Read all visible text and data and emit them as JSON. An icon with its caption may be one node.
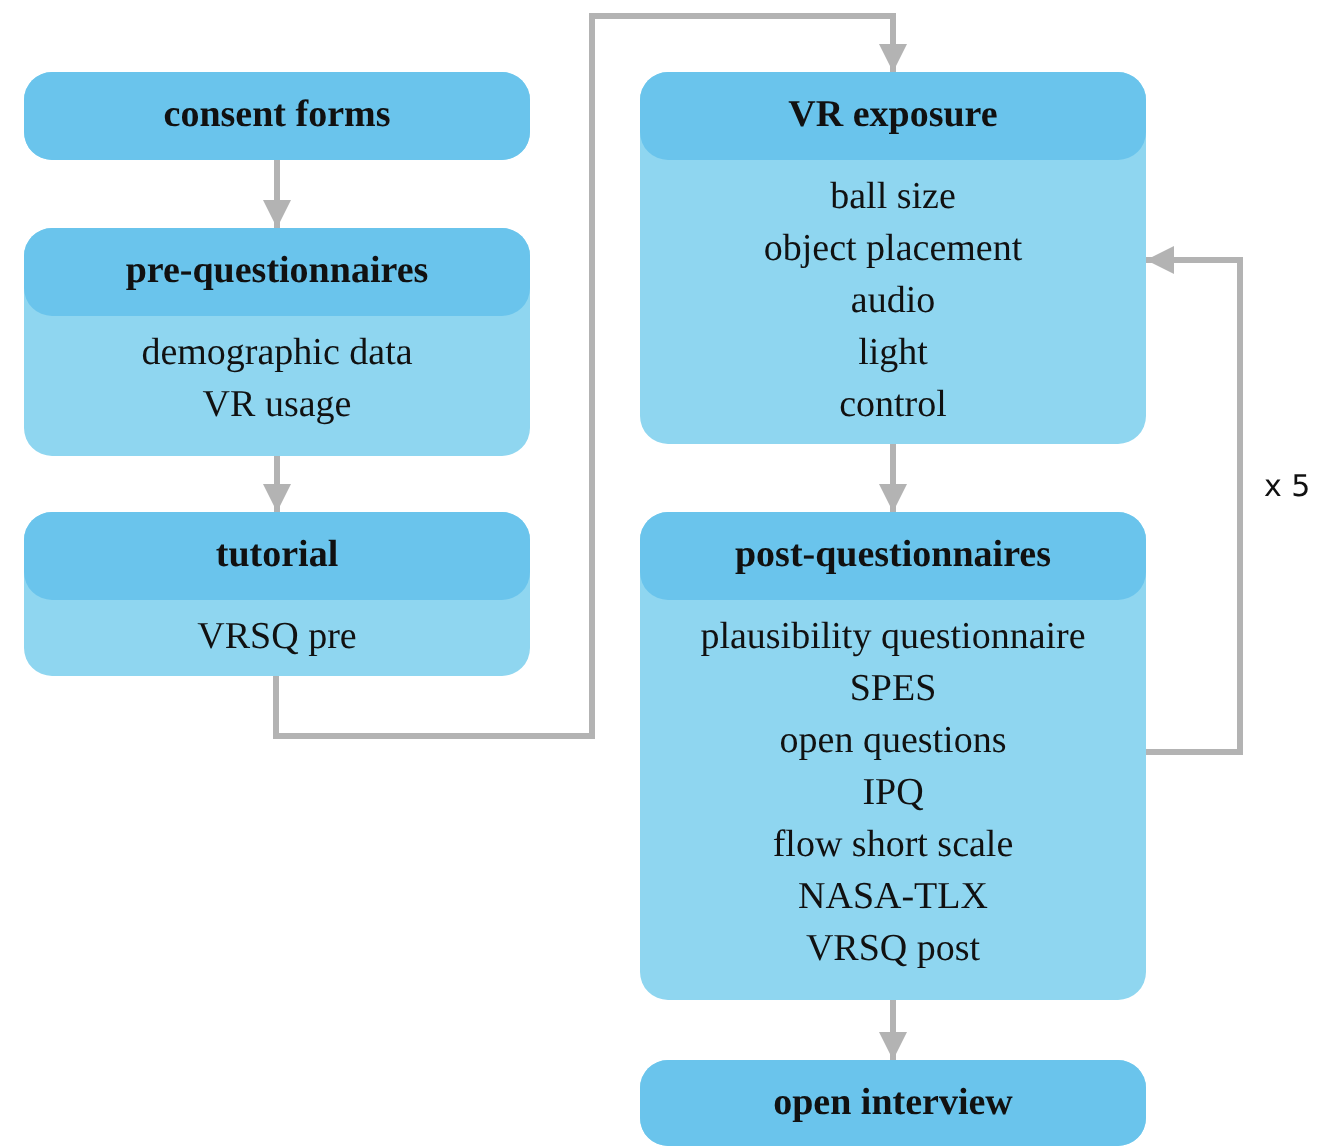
{
  "diagram": {
    "nodes": [
      {
        "text": [
          "consent forms"
        ]
      },
      {
        "text": [
          "pre-questionnaires",
          "demographic data",
          "VR usage"
        ]
      },
      {
        "text": [
          "tutorial",
          "VRSQ pre"
        ]
      },
      {
        "text": [
          "VR exposure",
          "ball size",
          "object placement",
          "audio",
          "light",
          "control"
        ]
      },
      {
        "text": [
          "post-questionnaires",
          "plausibility questionnaire",
          "SPES",
          "open questions",
          "IPQ",
          "flow short scale",
          "NASA-TLX",
          "VRSQ post"
        ]
      },
      {
        "text": [
          "open interview"
        ]
      }
    ],
    "edges": [
      {
        "from": 0,
        "to": 1,
        "arrow": "to"
      },
      {
        "from": 1,
        "to": 2,
        "arrow": "to"
      },
      {
        "from": 2,
        "to": 3,
        "arrow": "to"
      },
      {
        "from": 3,
        "to": 4,
        "arrow": "to"
      },
      {
        "from": 4,
        "to": 3,
        "arrow": "to",
        "label": "x 5"
      },
      {
        "from": 4,
        "to": 5,
        "arrow": "to"
      }
    ]
  }
}
